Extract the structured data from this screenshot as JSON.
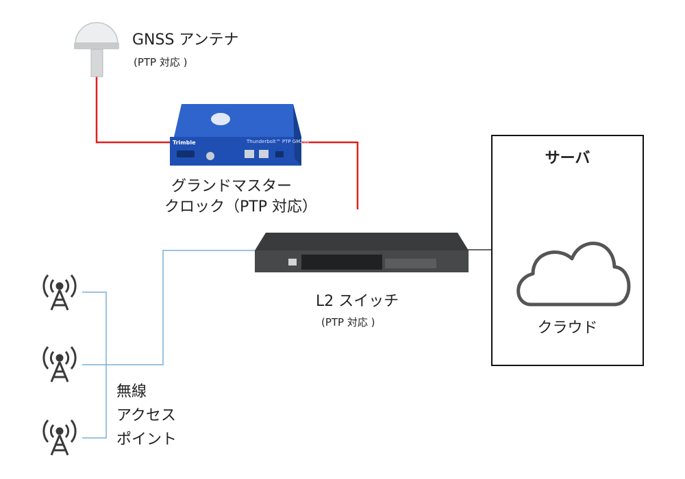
{
  "antenna": {
    "title": "GNSS アンテナ",
    "subtitle": "(PTP 対応 )"
  },
  "grandmaster": {
    "line1": "グランドマスター",
    "line2": "クロック（PTP 対応）",
    "brand": "Trimble",
    "model": "Thunderbolt™ PTP GM200"
  },
  "switch": {
    "title": "L2 スイッチ",
    "subtitle": "(PTP 対応 )"
  },
  "server": {
    "title": "サーバ",
    "cloud_label": "クラウド"
  },
  "wireless": {
    "line1": "無線",
    "line2": "アクセス",
    "line3": "ポイント"
  },
  "colors": {
    "gnss_link": "#e0201c",
    "ap_link": "#7aaed6",
    "device_blue": "#1f4fb3"
  }
}
